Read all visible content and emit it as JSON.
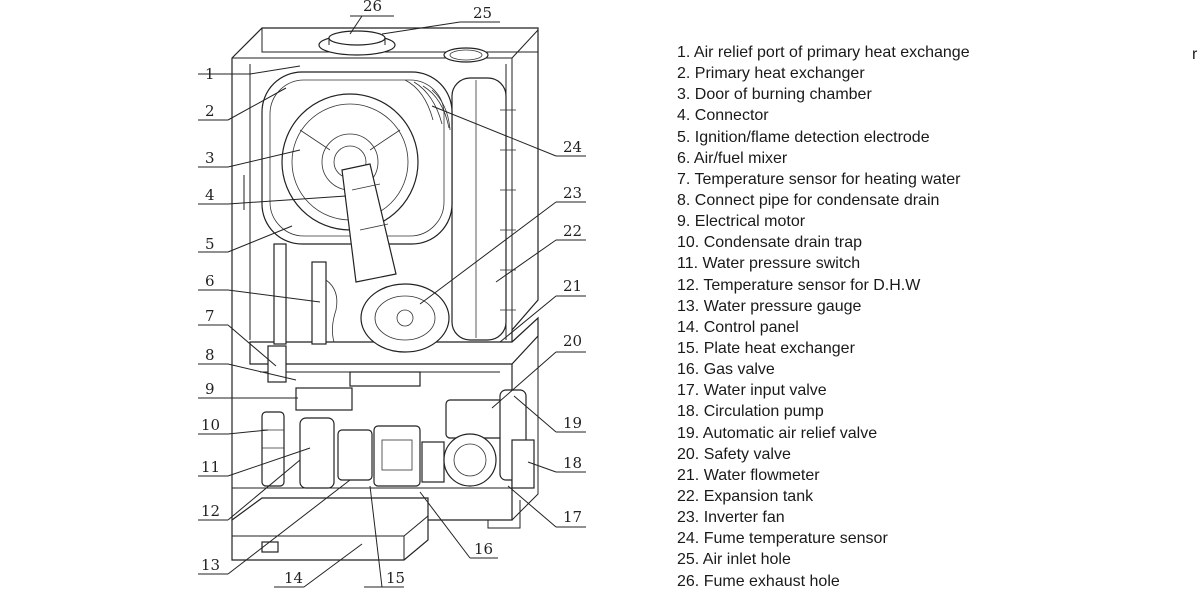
{
  "legend": [
    "1. Air relief port of primary heat exchange",
    "2. Primary heat exchanger",
    "3. Door of burning chamber",
    "4. Connector",
    "5. Ignition/flame detection electrode",
    "6. Air/fuel mixer",
    "7. Temperature sensor for heating water",
    "8. Connect pipe for condensate drain",
    "9. Electrical motor",
    "10. Condensate drain trap",
    "11. Water pressure switch",
    "12. Temperature sensor for D.H.W",
    "13. Water pressure gauge",
    "14. Control panel",
    "15. Plate heat exchanger",
    "16. Gas valve",
    "17. Water input valve",
    "18. Circulation pump",
    "19. Automatic air relief valve",
    "20. Safety valve",
    "21. Water flowmeter",
    "22. Expansion tank",
    "23. Inverter fan",
    "24. Fume temperature sensor",
    "25. Air inlet hole",
    "26. Fume exhaust hole"
  ],
  "callouts": [
    "1",
    "2",
    "3",
    "4",
    "5",
    "6",
    "7",
    "8",
    "9",
    "10",
    "11",
    "12",
    "13",
    "14",
    "15",
    "16",
    "17",
    "18",
    "19",
    "20",
    "21",
    "22",
    "23",
    "24",
    "25",
    "26"
  ],
  "stray_text": "r"
}
